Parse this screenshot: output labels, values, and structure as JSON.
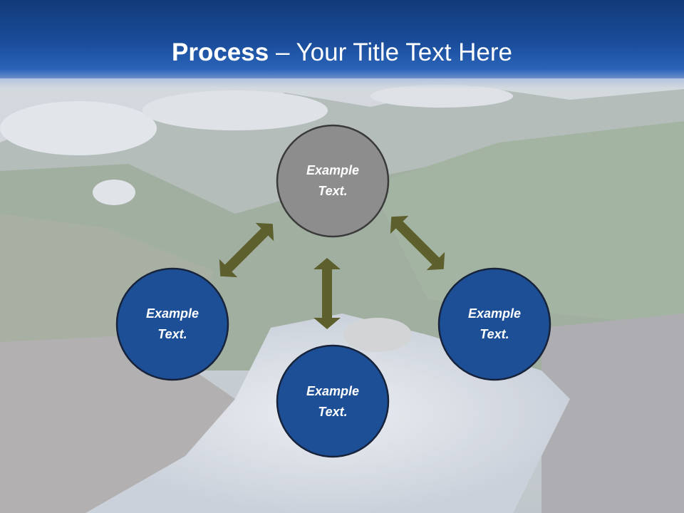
{
  "slide": {
    "title_bold": "Process",
    "title_dash": " – ",
    "title_rest": "Your Title Text Here"
  },
  "nodes": {
    "top": {
      "line1": "Example",
      "line2": "Text."
    },
    "left": {
      "line1": "Example",
      "line2": "Text."
    },
    "right": {
      "line1": "Example",
      "line2": "Text."
    },
    "bottom": {
      "line1": "Example",
      "line2": "Text."
    }
  },
  "colors": {
    "header_blue": "#1a4d9b",
    "node_blue": "#1d4f97",
    "node_gray": "#8d8d8d",
    "arrow_olive": "#5d5f2c"
  }
}
